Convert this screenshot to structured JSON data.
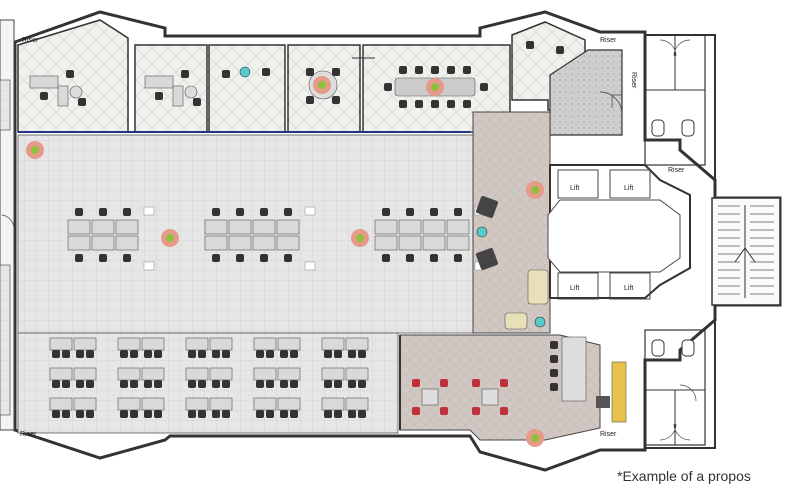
{
  "floor_plan": {
    "labels": {
      "riser_top_left": "Riser",
      "riser_top_right": "Riser",
      "riser_side": "Riser",
      "riser_right": "Riser",
      "riser_bottom_left": "Riser",
      "riser_bottom_right": "Riser",
      "lift_1": "Lift",
      "lift_2": "Lift",
      "lift_3": "Lift",
      "lift_4": "Lift"
    },
    "caption": "*Example of a propos"
  },
  "colors": {
    "wall": "#333333",
    "floor_light": "#e4e4e4",
    "floor_herring": "#eef0ec",
    "floor_brown": "#cfc6c0",
    "desk": "#d9d9d9",
    "chair": "#333333",
    "cafe_chair": "#c0303a",
    "plant": "#e69a8a",
    "plant_leaf": "#8fbf3f",
    "riser_gray": "#c8c8c8",
    "blue_line": "#223388"
  }
}
